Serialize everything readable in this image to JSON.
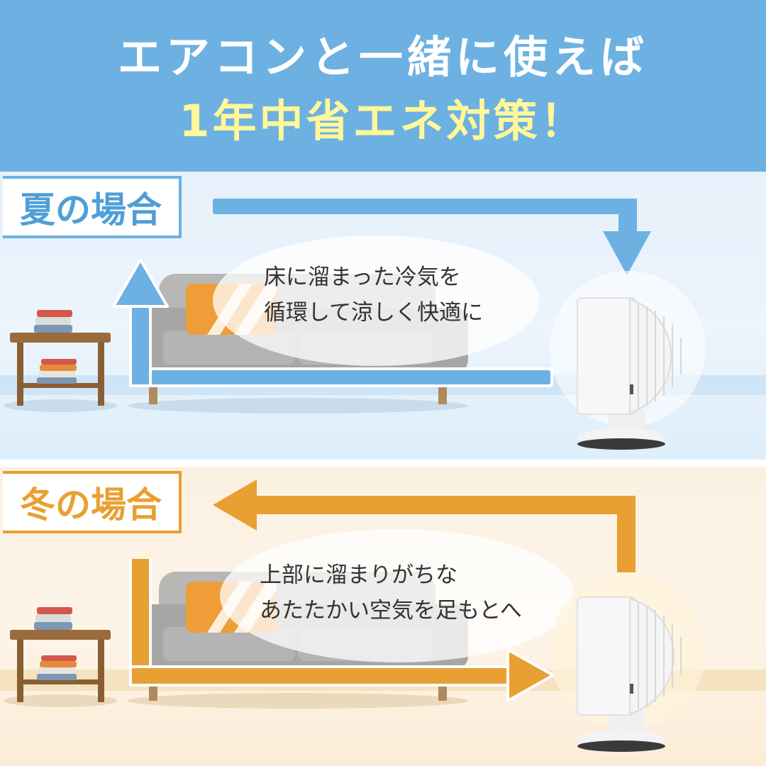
{
  "header": {
    "line1": "エアコンと一緒に使えば",
    "line2": "1年中省エネ対策！"
  },
  "summer": {
    "label": "夏の場合",
    "caption_line1": "床に溜まった冷気を",
    "caption_line2": "循環して涼しく快適に",
    "accent": "#6cb1e2"
  },
  "winter": {
    "label": "冬の場合",
    "caption_line1": "上部に溜まりがちな",
    "caption_line2": "あたたかい空気を足もとへ",
    "accent": "#e8a033"
  }
}
